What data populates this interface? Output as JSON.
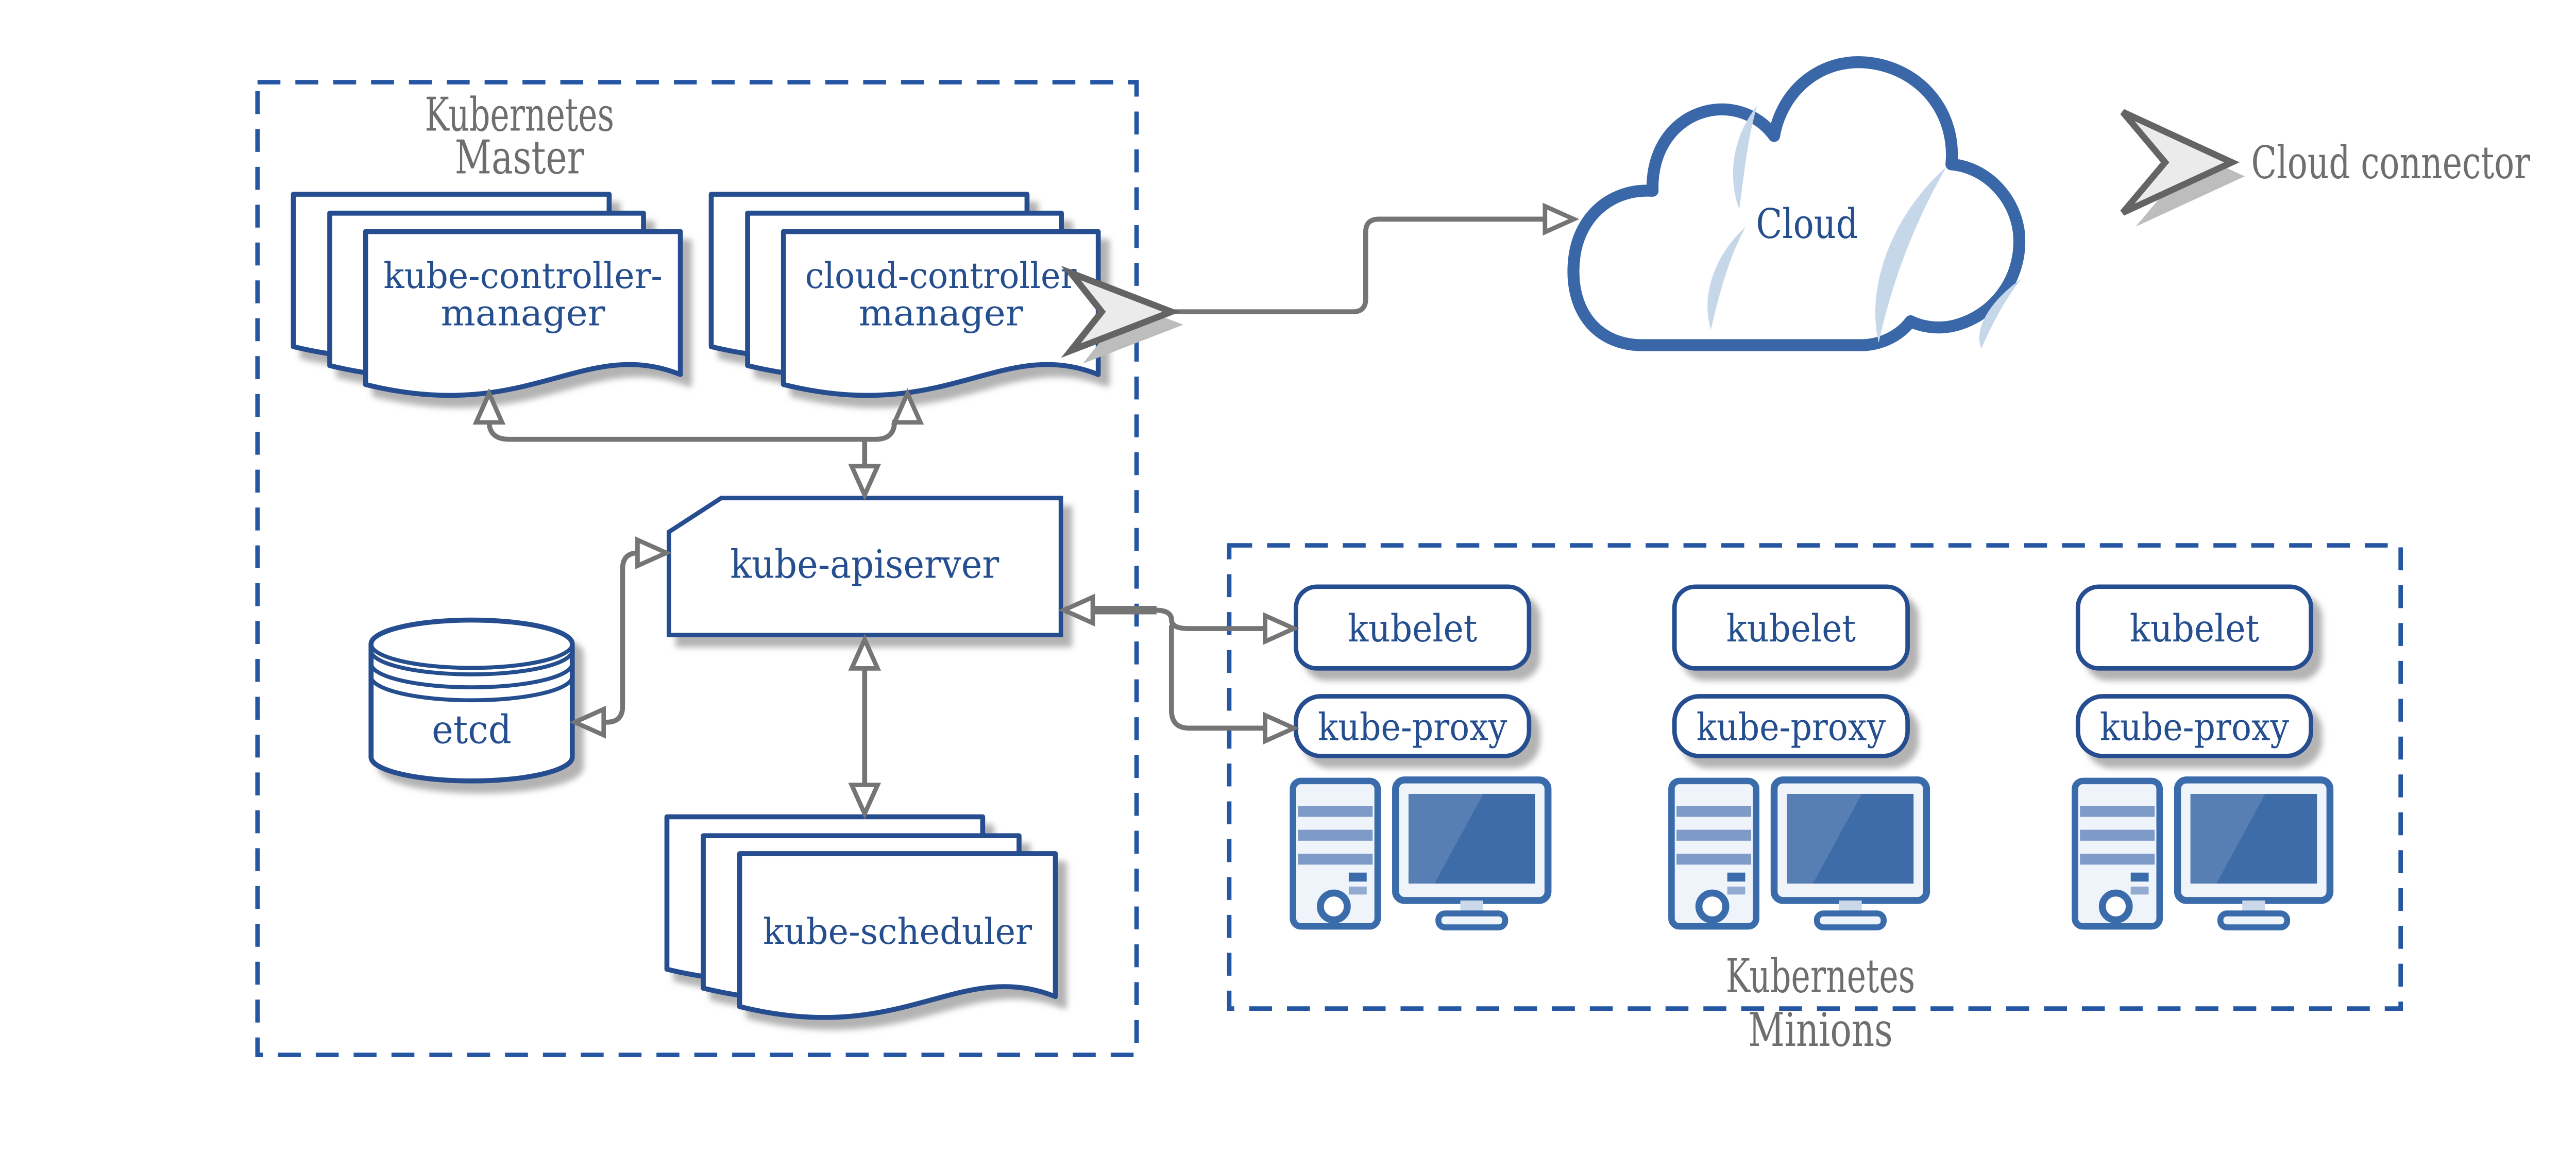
{
  "master": {
    "title": {
      "line1": "Kubernetes",
      "line2": "Master"
    },
    "kube_controller_manager": {
      "line1": "kube-controller-",
      "line2": "manager"
    },
    "cloud_controller_manager": {
      "line1": "cloud-controller",
      "line2": "manager"
    },
    "kube_apiserver": {
      "label": "kube-apiserver"
    },
    "etcd": {
      "label": "etcd"
    },
    "kube_scheduler": {
      "label": "kube-scheduler"
    }
  },
  "cloud": {
    "label": "Cloud"
  },
  "legend": {
    "label": "Cloud connector",
    "icon": "chevron-cloud-connector-icon"
  },
  "minions": {
    "title": {
      "line1": "Kubernetes",
      "line2": "Minions"
    },
    "nodes": [
      {
        "kubelet": "kubelet",
        "kube_proxy": "kube-proxy"
      },
      {
        "kubelet": "kubelet",
        "kube_proxy": "kube-proxy"
      },
      {
        "kubelet": "kubelet",
        "kube_proxy": "kube-proxy"
      }
    ]
  },
  "colors": {
    "primary_blue": "#254E8F",
    "dashed_border_blue": "#2456A3",
    "icon_blue": "#3A6BAA",
    "screen_blue": "#3E6CA8",
    "screen_highlight_blue": "#587FB3",
    "cloud_outline_blue": "#3A67A8",
    "cloud_highlight_blue": "#C7D7EA",
    "light_fill": "#EFF4FB",
    "connector_grey": "#757575",
    "text_grey": "#6E6E6E",
    "shadow_grey": "#BDBDBD"
  }
}
